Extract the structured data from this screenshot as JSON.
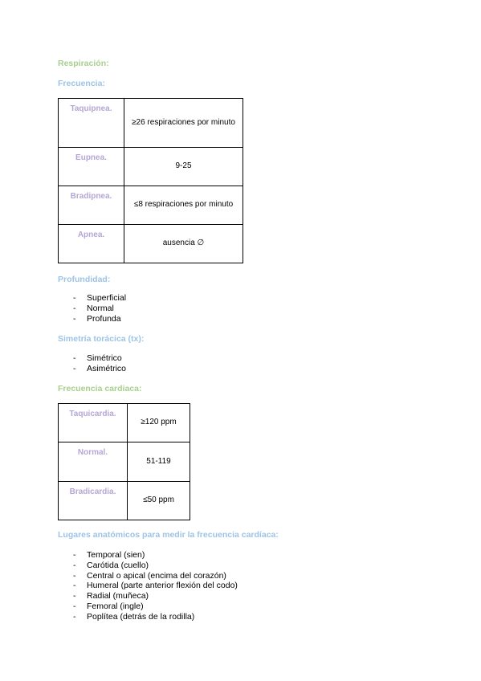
{
  "headings": {
    "respiracion": "Respiración:",
    "frecuencia": "Frecuencia:",
    "profundidad": "Profundidad:",
    "simetria": "Simetría torácica (tx):",
    "frecuencia_cardiaca": "Frecuencia cardiaca:",
    "lugares": "Lugares anatómicos para medir la frecuencia cardíaca:"
  },
  "resp_table": [
    {
      "label": "Taquipnea.",
      "value": "≥26 respiraciones por minuto"
    },
    {
      "label": "Eupnea.",
      "value": "9-25"
    },
    {
      "label": "Bradipnea.",
      "value": "≤8 respiraciones por minuto"
    },
    {
      "label": "Apnea.",
      "value": "ausencia ∅"
    }
  ],
  "profundidad_items": [
    "Superficial",
    "Normal",
    "Profunda"
  ],
  "simetria_items": [
    "Simétrico",
    "Asimétrico"
  ],
  "fc_table": [
    {
      "label": "Taquicardia.",
      "value": "≥120 ppm"
    },
    {
      "label": "Normal.",
      "value": "51-119"
    },
    {
      "label": "Bradicardia.",
      "value": "≤50 ppm"
    }
  ],
  "lugares_items": [
    "Temporal (sien)",
    "Carótida (cuello)",
    "Central o apical (encima del corazón)",
    "Humeral (parte anterior flexión del codo)",
    "Radial (muñeca)",
    "Femoral (ingle)",
    "Poplítea (detrás de la rodilla)"
  ]
}
